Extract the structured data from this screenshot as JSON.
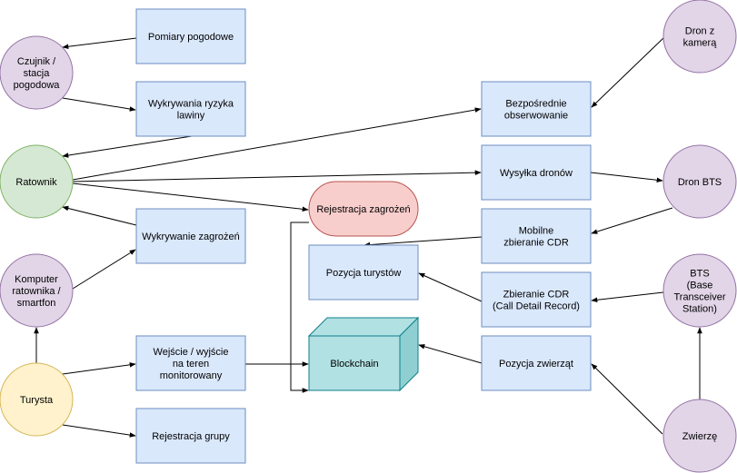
{
  "colors": {
    "box_fill": "#dae8fc",
    "box_stroke": "#6c8ebf",
    "actor_fill": "#e1d5e7",
    "actor_stroke": "#9673a6",
    "ratownik_fill": "#d5e8d4",
    "ratownik_stroke": "#82b366",
    "turysta_fill": "#fff2cc",
    "turysta_stroke": "#d6b656",
    "threat_fill": "#f8cecc",
    "threat_stroke": "#b85450",
    "blockchain_fill": "#b1e1e3",
    "blockchain_stroke": "#0e8088",
    "edge": "#000000"
  },
  "actors": {
    "czujnik": [
      "Czujnik /",
      "stacja",
      "pogodowa"
    ],
    "ratownik": [
      "Ratownik"
    ],
    "komputer": [
      "Komputer",
      "ratownika /",
      "smartfon"
    ],
    "turysta": [
      "Turysta"
    ],
    "dron_kamera": [
      "Dron z",
      "kamerą"
    ],
    "dron_bts": [
      "Dron BTS"
    ],
    "bts": [
      "BTS",
      "(Base",
      "Transceiver",
      "Station)"
    ],
    "zwierze": [
      "Zwierzę"
    ]
  },
  "processes": {
    "pomiary": [
      "Pomiary pogodowe"
    ],
    "wykrywania_ryzyka": [
      "Wykrywania ryzyka",
      "lawiny"
    ],
    "wykrywanie_zagrozen": [
      "Wykrywanie zagrożeń"
    ],
    "wejscie": [
      "Wejście / wyjście",
      "na teren",
      "monitorowany"
    ],
    "rejestracja_grupy": [
      "Rejestracja grupy"
    ],
    "bezposrednie": [
      "Bezpośrednie",
      "obserwowanie"
    ],
    "wysylka": [
      "Wysyłka dronów"
    ],
    "mobilne_cdr": [
      "Mobilne",
      "zbieranie CDR"
    ],
    "pozycja_turystow": [
      "Pozycja turystów"
    ],
    "zbieranie_cdr": [
      "Zbieranie CDR",
      "(Call Detail Record)"
    ],
    "pozycja_zwierzat": [
      "Pozycja zwierząt"
    ]
  },
  "rejestracja_zagrozen": [
    "Rejestracja zagrożeń"
  ],
  "blockchain": [
    "Blockchain"
  ]
}
